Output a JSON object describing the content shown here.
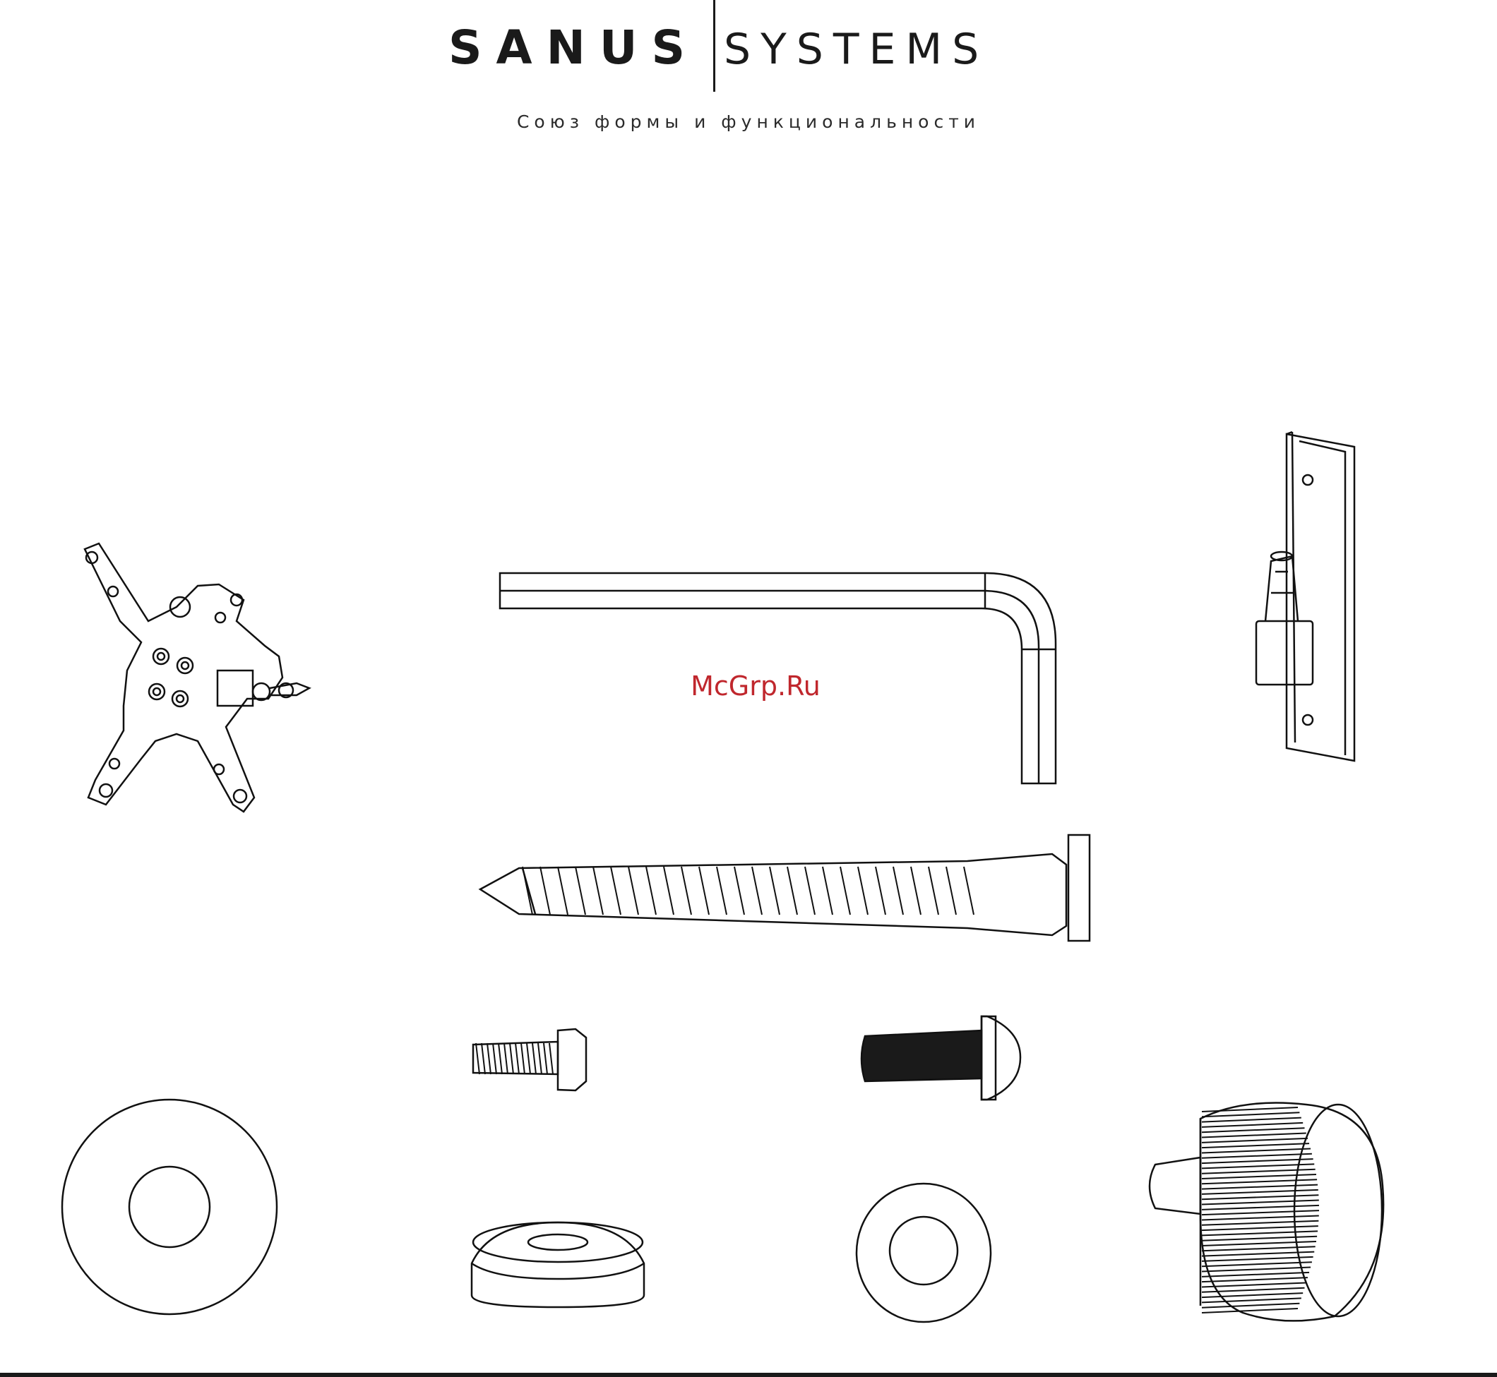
{
  "brand": {
    "name_bold": "SANUS",
    "name_light": "SYSTEMS",
    "tagline": "Союз формы и функциональности"
  },
  "watermark": "McGrp.Ru",
  "parts": [
    "monitor-bracket",
    "hex-key",
    "wall-plate",
    "lag-screw",
    "small-screw",
    "button-head-bolt",
    "large-washer",
    "cone-spacer",
    "small-washer",
    "thumb-screw"
  ]
}
